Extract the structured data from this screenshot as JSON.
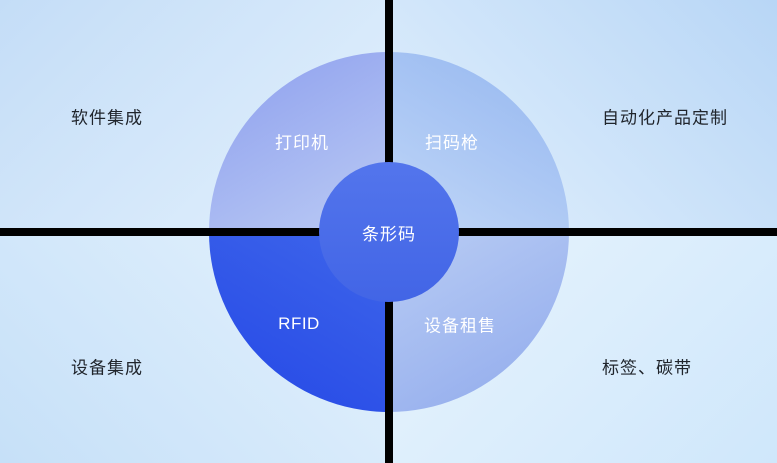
{
  "diagram": {
    "center": {
      "label": "条形码"
    },
    "ring": {
      "top_left": "打印机",
      "top_right": "扫码枪",
      "bottom_left": "RFID",
      "bottom_right": "设备租售"
    },
    "corners": {
      "top_left": "软件集成",
      "top_right": "自动化产品定制",
      "bottom_left": "设备集成",
      "bottom_right": "标签、碳带"
    },
    "colors": {
      "background_light_blue": "#d5eafb",
      "ring_top_left": "#8c9eee",
      "ring_top_right": "#94b6f0",
      "ring_bottom_left": "#2447e6",
      "ring_bottom_right": "#8fa9ec",
      "center_circle": "#4a6ce8",
      "divider": "#000000",
      "label_dark": "#20252c",
      "label_light": "#ffffff"
    }
  }
}
